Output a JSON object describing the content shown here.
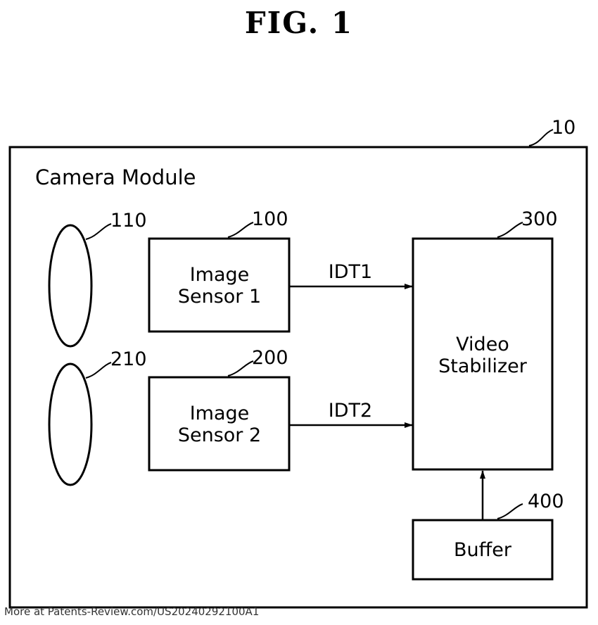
{
  "figure": {
    "title": "FIG. 1"
  },
  "module": {
    "ref": "10",
    "label": "Camera Module"
  },
  "lenses": [
    {
      "ref": "110"
    },
    {
      "ref": "210"
    }
  ],
  "sensors": [
    {
      "ref": "100",
      "line1": "Image",
      "line2": "Sensor 1",
      "signal": "IDT1"
    },
    {
      "ref": "200",
      "line1": "Image",
      "line2": "Sensor 2",
      "signal": "IDT2"
    }
  ],
  "stabilizer": {
    "ref": "300",
    "line1": "Video",
    "line2": "Stabilizer"
  },
  "buffer": {
    "ref": "400",
    "label": "Buffer"
  },
  "footer": {
    "text": "More at Patents-Review.com/US20240292100A1"
  }
}
